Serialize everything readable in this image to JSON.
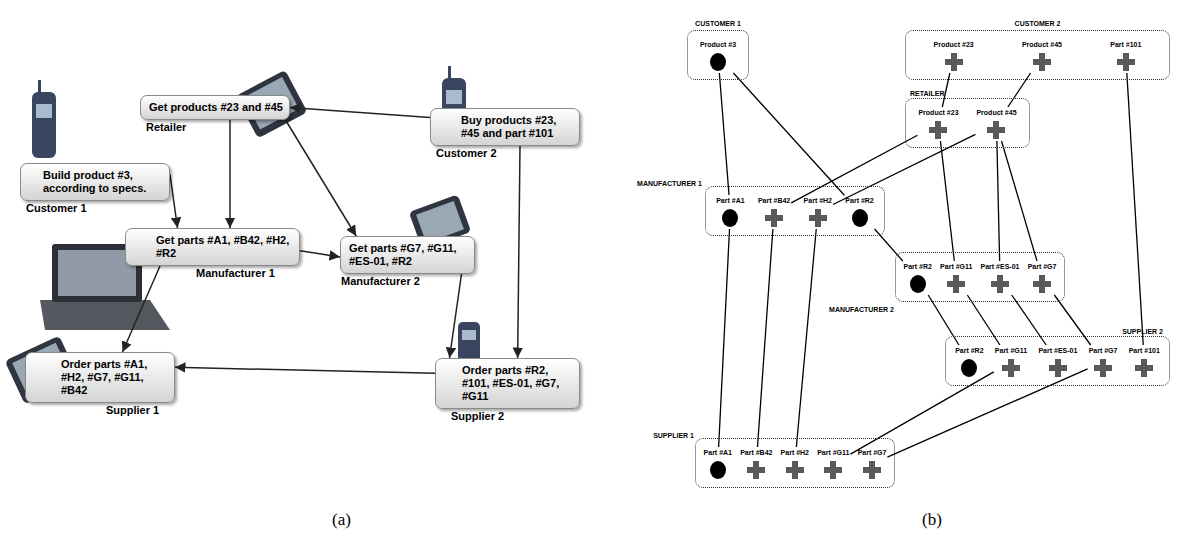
{
  "diagram": {
    "nodes": [
      {
        "text": [
          "Build product #3, according to specs.",
          "Customer 1"
        ]
      },
      {
        "text": [
          "Get products #23 and #45",
          "Retailer"
        ]
      },
      {
        "text": [
          "Buy products #23, #45 and part #101",
          "Customer 2"
        ]
      },
      {
        "text": [
          "Get parts #A1, #B42, #H2, #R2",
          "Manufacturer 1"
        ]
      },
      {
        "text": [
          "Get parts #G7, #G11, #ES-01, #R2",
          "Manufacturer 2"
        ]
      },
      {
        "text": [
          "Order parts #A1, #H2, #G7, #G11, #B42",
          "Supplier 1"
        ]
      },
      {
        "text": [
          "Order parts #R2, #101, #ES-01, #G7, #G11",
          "Supplier 2"
        ]
      },
      {
        "text": [
          "CUSTOMER 1"
        ]
      },
      {
        "text": [
          "Product #3"
        ],
        "in": 7
      },
      {
        "text": [
          "CUSTOMER 2"
        ]
      },
      {
        "text": [
          "Product #23"
        ],
        "in": 9
      },
      {
        "text": [
          "Product #45"
        ],
        "in": 9
      },
      {
        "text": [
          "Part #101"
        ],
        "in": 9
      },
      {
        "text": [
          "RETAILER"
        ]
      },
      {
        "text": [
          "Product #23"
        ],
        "in": 13
      },
      {
        "text": [
          "Product #45"
        ],
        "in": 13
      },
      {
        "text": [
          "MANUFACTURER 1"
        ]
      },
      {
        "text": [
          "Part #A1"
        ],
        "in": 16
      },
      {
        "text": [
          "Part #B42"
        ],
        "in": 16
      },
      {
        "text": [
          "Part #H2"
        ],
        "in": 16
      },
      {
        "text": [
          "Part #R2"
        ],
        "in": 16
      },
      {
        "text": [
          "MANUFACTURER 2"
        ]
      },
      {
        "text": [
          "Part #R2"
        ],
        "in": 21
      },
      {
        "text": [
          "Part #G11"
        ],
        "in": 21
      },
      {
        "text": [
          "Part #ES-01"
        ],
        "in": 21
      },
      {
        "text": [
          "Part #G7"
        ],
        "in": 21
      },
      {
        "text": [
          "SUPPLIER 2"
        ]
      },
      {
        "text": [
          "Part #R2"
        ],
        "in": 26
      },
      {
        "text": [
          "Part #G11"
        ],
        "in": 26
      },
      {
        "text": [
          "Part #ES-01"
        ],
        "in": 26
      },
      {
        "text": [
          "Part #G7"
        ],
        "in": 26
      },
      {
        "text": [
          "Part #101"
        ],
        "in": 26
      },
      {
        "text": [
          "SUPPLIER 1"
        ]
      },
      {
        "text": [
          "Part #A1"
        ],
        "in": 32
      },
      {
        "text": [
          "Part #B42"
        ],
        "in": 32
      },
      {
        "text": [
          "Part #H2"
        ],
        "in": 32
      },
      {
        "text": [
          "Part #G11"
        ],
        "in": 32
      },
      {
        "text": [
          "Part #G7"
        ],
        "in": 32
      }
    ],
    "edges": [
      {
        "from": 2,
        "to": 1,
        "arrow": "to"
      },
      {
        "from": 0,
        "to": 3,
        "arrow": "to"
      },
      {
        "from": 1,
        "to": 3,
        "arrow": "to"
      },
      {
        "from": 1,
        "to": 4,
        "arrow": "to"
      },
      {
        "from": 3,
        "to": 4,
        "arrow": "to"
      },
      {
        "from": 3,
        "to": 5,
        "arrow": "to"
      },
      {
        "from": 4,
        "to": 6,
        "arrow": "to"
      },
      {
        "from": 2,
        "to": 6,
        "arrow": "to"
      },
      {
        "from": 6,
        "to": 5,
        "arrow": "to"
      },
      {
        "from": 8,
        "to": 17,
        "arrow": "none"
      },
      {
        "from": 8,
        "to": 20,
        "arrow": "none"
      },
      {
        "from": 10,
        "to": 14,
        "arrow": "none"
      },
      {
        "from": 11,
        "to": 15,
        "arrow": "none"
      },
      {
        "from": 12,
        "to": 31,
        "arrow": "none"
      },
      {
        "from": 14,
        "to": 18,
        "arrow": "none"
      },
      {
        "from": 15,
        "to": 19,
        "arrow": "none"
      },
      {
        "from": 14,
        "to": 23,
        "arrow": "none"
      },
      {
        "from": 15,
        "to": 24,
        "arrow": "none"
      },
      {
        "from": 15,
        "to": 25,
        "arrow": "none"
      },
      {
        "from": 20,
        "to": 22,
        "arrow": "none"
      },
      {
        "from": 17,
        "to": 33,
        "arrow": "none"
      },
      {
        "from": 18,
        "to": 34,
        "arrow": "none"
      },
      {
        "from": 19,
        "to": 35,
        "arrow": "none"
      },
      {
        "from": 22,
        "to": 27,
        "arrow": "none"
      },
      {
        "from": 23,
        "to": 28,
        "arrow": "none"
      },
      {
        "from": 24,
        "to": 29,
        "arrow": "none"
      },
      {
        "from": 25,
        "to": 30,
        "arrow": "none"
      },
      {
        "from": 28,
        "to": 36,
        "arrow": "none"
      },
      {
        "from": 30,
        "to": 37,
        "arrow": "none"
      }
    ],
    "labels": [
      "(a)",
      "(b)"
    ]
  }
}
